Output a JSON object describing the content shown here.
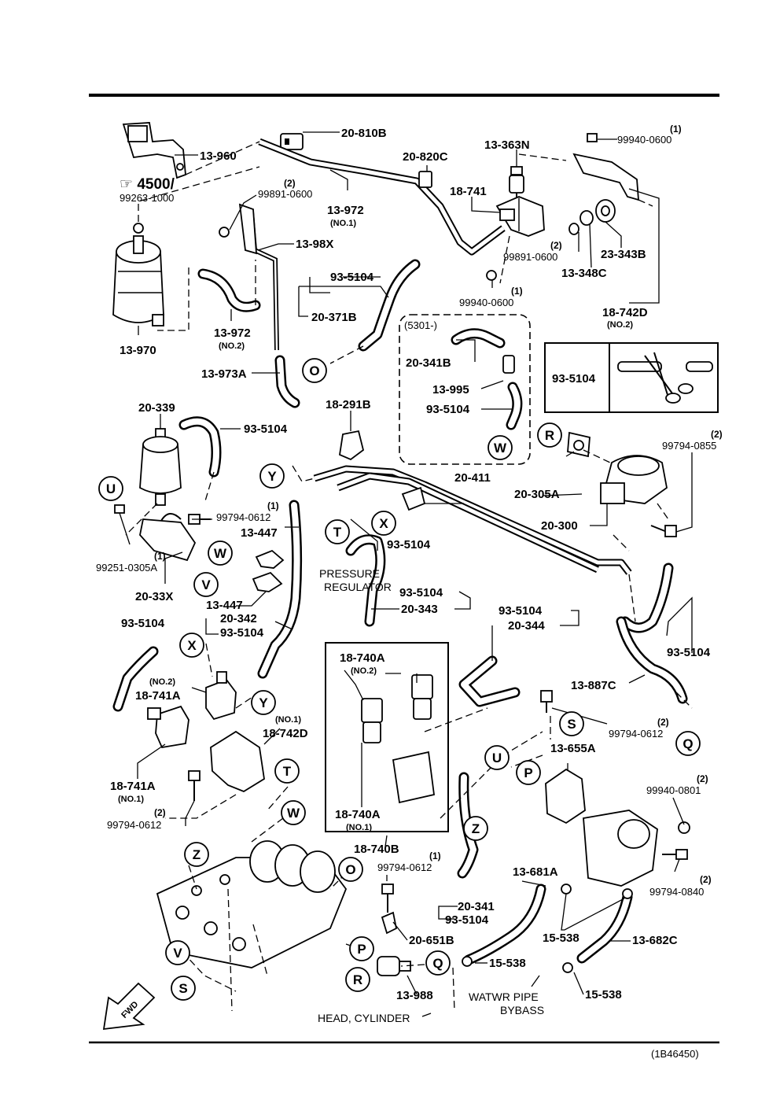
{
  "diagram": {
    "catalog_code": "(1B46450)",
    "reference": {
      "symbol_note": "4500/",
      "part": "99263-1000"
    },
    "parts": {
      "p13_960": "13-960",
      "p20_810B": "20-810B",
      "p20_820C": "20-820C",
      "p13_363N": "13-363N",
      "p99940_0600_top": {
        "qty": "(1)",
        "num": "99940-0600"
      },
      "p99891_0600_left": {
        "qty": "(2)",
        "num": "99891-0600"
      },
      "p13_972_no1": {
        "num": "13-972",
        "sub": "(NO.1)"
      },
      "p18_741": "18-741",
      "p13_98X": "13-98X",
      "p99891_0600_right": {
        "qty": "(2)",
        "num": "99891-0600"
      },
      "p23_343B": "23-343B",
      "p13_348C": "13-348C",
      "p93_5104_a": "93-5104",
      "p20_371B": "20-371B",
      "p99940_0600_mid": {
        "qty": "(1)",
        "num": "99940-0600"
      },
      "p18_742D_no2": {
        "num": "18-742D",
        "sub": "(NO.2)"
      },
      "p13_972_no2": {
        "num": "13-972",
        "sub": "(NO.2)"
      },
      "p13_970": "13-970",
      "p13_973A": "13-973A",
      "p20_341B": "20-341B",
      "p13_995": "13-995",
      "p93_5104_b": "93-5104",
      "p93_5104_box": "93-5104",
      "p20_339": "20-339",
      "p93_5104_c": "93-5104",
      "p18_291B": "18-291B",
      "p99794_0855": {
        "qty": "(2)",
        "num": "99794-0855"
      },
      "p20_411": "20-411",
      "p20_305A": "20-305A",
      "p99794_0612_a": {
        "qty": "(1)",
        "num": "99794-0612"
      },
      "p13_447_a": "13-447",
      "p20_300": "20-300",
      "p99251_0305A": {
        "qty": "(1)",
        "num": "99251-0305A"
      },
      "p93_5104_d": "93-5104",
      "p20_33X": "20-33X",
      "p13_447_b": "13-447",
      "p93_5104_e": "93-5104",
      "p20_343": "20-343",
      "p93_5104_f": "93-5104",
      "p20_344": "20-344",
      "p20_342": "20-342",
      "p93_5104_g": "93-5104",
      "p93_5104_h": "93-5104",
      "p93_5104_i": "93-5104",
      "p18_740A_no2": {
        "num": "18-740A",
        "sub": "(NO.2)"
      },
      "p18_741A_no2": {
        "num": "18-741A",
        "sub": "(NO.2)"
      },
      "p13_887C": "13-887C",
      "p18_742D_no1": {
        "num": "18-742D",
        "sub": "(NO.1)"
      },
      "p99794_0612_b": {
        "qty": "(2)",
        "num": "99794-0612"
      },
      "p13_655A": "13-655A",
      "p18_741A_no1": {
        "num": "18-741A",
        "sub": "(NO.1)"
      },
      "p99940_0801": {
        "qty": "(2)",
        "num": "99940-0801"
      },
      "p99794_0612_c": {
        "qty": "(2)",
        "num": "99794-0612"
      },
      "p18_740A_no1": {
        "num": "18-740A",
        "sub": "(NO.1)"
      },
      "p18_740B": "18-740B",
      "p99794_0612_d": {
        "qty": "(1)",
        "num": "99794-0612"
      },
      "p13_681A": "13-681A",
      "p99794_0840": {
        "qty": "(2)",
        "num": "99794-0840"
      },
      "p20_341": "20-341",
      "p93_5104_j": "93-5104",
      "p15_538_a": "15-538",
      "p13_682C": "13-682C",
      "p20_651B": "20-651B",
      "p15_538_b": "15-538",
      "p13_988": "13-988",
      "p15_538_c": "15-538"
    },
    "notes": {
      "serial_range": "(5301-)",
      "pressure_regulator_1": "PRESSURE",
      "pressure_regulator_2": "REGULATOR",
      "head_cylinder": "HEAD, CYLINDER",
      "water_pipe_1": "WATWR PIPE",
      "water_pipe_2": "BYBASS",
      "fwd": "FWD"
    },
    "callouts": {
      "o_top": "O",
      "r_top": "R",
      "y_top": "Y",
      "u_left": "U",
      "t_mid": "T",
      "x_mid": "X",
      "w_top": "W",
      "w_left": "W",
      "v_left": "V",
      "x_left": "X",
      "y_left": "Y",
      "s_mid": "S",
      "q_right": "Q",
      "t_low": "T",
      "p_mid": "P",
      "u_mid": "U",
      "w_low": "W",
      "z_low": "Z",
      "z_mid": "Z",
      "o_low": "O",
      "v_low": "V",
      "p_low": "P",
      "q_low": "Q",
      "s_low": "S",
      "r_low": "R"
    }
  }
}
